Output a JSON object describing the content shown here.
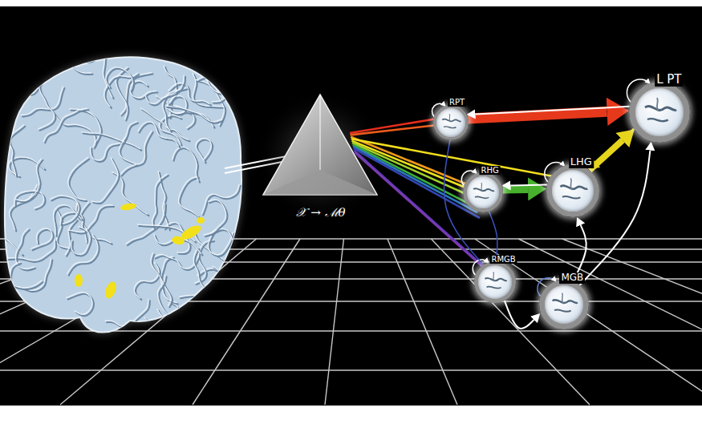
{
  "diagram": {
    "nodes": [
      {
        "text": [
          "RPT"
        ]
      },
      {
        "text": [
          "RHG"
        ]
      },
      {
        "text": [
          "RMGB"
        ]
      },
      {
        "text": [
          "L PT"
        ]
      },
      {
        "text": [
          "LHG"
        ]
      },
      {
        "text": [
          "MGB"
        ]
      }
    ],
    "edges": [
      {
        "from": 0,
        "to": 3,
        "arrow": "to"
      },
      {
        "from": 3,
        "to": 0,
        "arrow": "to"
      },
      {
        "from": 1,
        "to": 4,
        "arrow": "to"
      },
      {
        "from": 4,
        "to": 1,
        "arrow": "to"
      },
      {
        "from": 4,
        "to": 3,
        "arrow": "to"
      },
      {
        "from": 3,
        "to": 4,
        "arrow": "to"
      },
      {
        "from": 5,
        "to": 4,
        "arrow": "to"
      },
      {
        "from": 5,
        "to": 3,
        "arrow": "to"
      },
      {
        "from": 2,
        "to": 5,
        "arrow": "to"
      },
      {
        "from": 0,
        "to": 2,
        "arrow": "none"
      },
      {
        "from": 1,
        "to": 2,
        "arrow": "none"
      }
    ],
    "labels": [
      "𝒳 → ℳθ"
    ]
  }
}
